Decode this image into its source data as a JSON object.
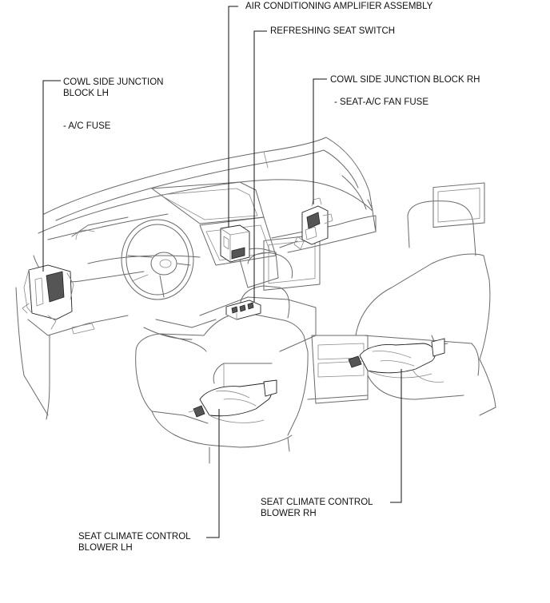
{
  "labels": {
    "ac_amplifier": "AIR CONDITIONING AMPLIFIER ASSEMBLY",
    "refreshing_seat_switch": "REFRESHING SEAT SWITCH",
    "cowl_lh_line1": "COWL SIDE JUNCTION",
    "cowl_lh_line2": "BLOCK LH",
    "ac_fuse": "- A/C FUSE",
    "cowl_rh": "COWL SIDE JUNCTION BLOCK RH",
    "seat_ac_fan_fuse": "- SEAT-A/C FAN FUSE",
    "blower_rh_line1": "SEAT CLIMATE CONTROL",
    "blower_rh_line2": "BLOWER RH",
    "blower_lh_line1": "SEAT CLIMATE CONTROL",
    "blower_lh_line2": "BLOWER LH"
  }
}
